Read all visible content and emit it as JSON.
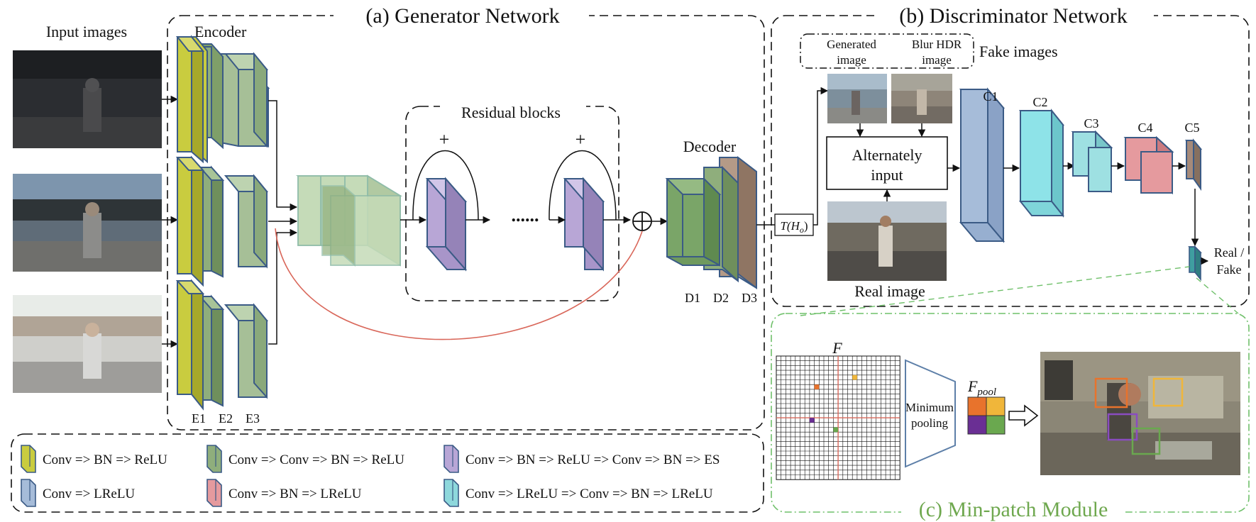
{
  "generator": {
    "title": "(a) Generator Network",
    "input_label": "Input images",
    "encoder_label": "Encoder",
    "residual_label": "Residual blocks",
    "decoder_label": "Decoder",
    "encoder_blocks": [
      "E1",
      "E2",
      "E3"
    ],
    "decoder_blocks": [
      "D1",
      "D2",
      "D3"
    ],
    "plus": "+",
    "dots": "......",
    "transfer": "T(H",
    "transfer_sub": "o",
    "transfer_close": ")"
  },
  "discriminator": {
    "title": "(b) Discriminator Network",
    "generated_label_1": "Generated",
    "generated_label_2": "image",
    "blur_label_1": "Blur HDR",
    "blur_label_2": "image",
    "fake_images_label": "Fake images",
    "alternately_1": "Alternately",
    "alternately_2": "input",
    "real_image_label": "Real image",
    "conv_blocks": [
      "C1",
      "C2",
      "C3",
      "C4",
      "C5"
    ],
    "output_1": "Real /",
    "output_2": "Fake"
  },
  "min_patch": {
    "title": "(c) Min-patch Module",
    "feature_label": "F",
    "pooling_1": "Minimum",
    "pooling_2": "pooling",
    "pool_label": "F",
    "pool_sub": "pool"
  },
  "legend": [
    {
      "text": "Conv => BN => ReLU",
      "color": "#c9cc3f"
    },
    {
      "text": "Conv => Conv => BN => ReLU",
      "color": "#8fae7c"
    },
    {
      "text": "Conv => BN => ReLU => Conv => BN => ES",
      "color": "#b8a6d6"
    },
    {
      "text": "Conv => LReLU",
      "color": "#a6bcd9"
    },
    {
      "text": "Conv => BN => LReLU",
      "color": "#e59a9e"
    },
    {
      "text": "Conv => LReLU => Conv => BN => LReLU",
      "color": "#8ed8dc"
    }
  ],
  "colors": {
    "encoder_e1": "#c9cc3f",
    "encoder_e2": "#8fae7c",
    "encoder_e3": "#a6bf97",
    "concat": "#c5dbb8",
    "residual": "#b8a6d6",
    "decoder": "#7aa568",
    "decoder_d3": "#b49a87",
    "c1": "#a6bcd9",
    "c2": "#8ee3e8",
    "c3": "#9ee0e2",
    "c4": "#e59a9e",
    "c5": "#a58a7a",
    "output_block": "#3f9ea0",
    "skip_connection": "#d9675a",
    "min_patch_border": "#6fc06a",
    "min_patch_title": "#6fa84f",
    "pool_cells": [
      "#e8732c",
      "#f0b63a",
      "#6a2f94",
      "#6aa84f"
    ]
  }
}
